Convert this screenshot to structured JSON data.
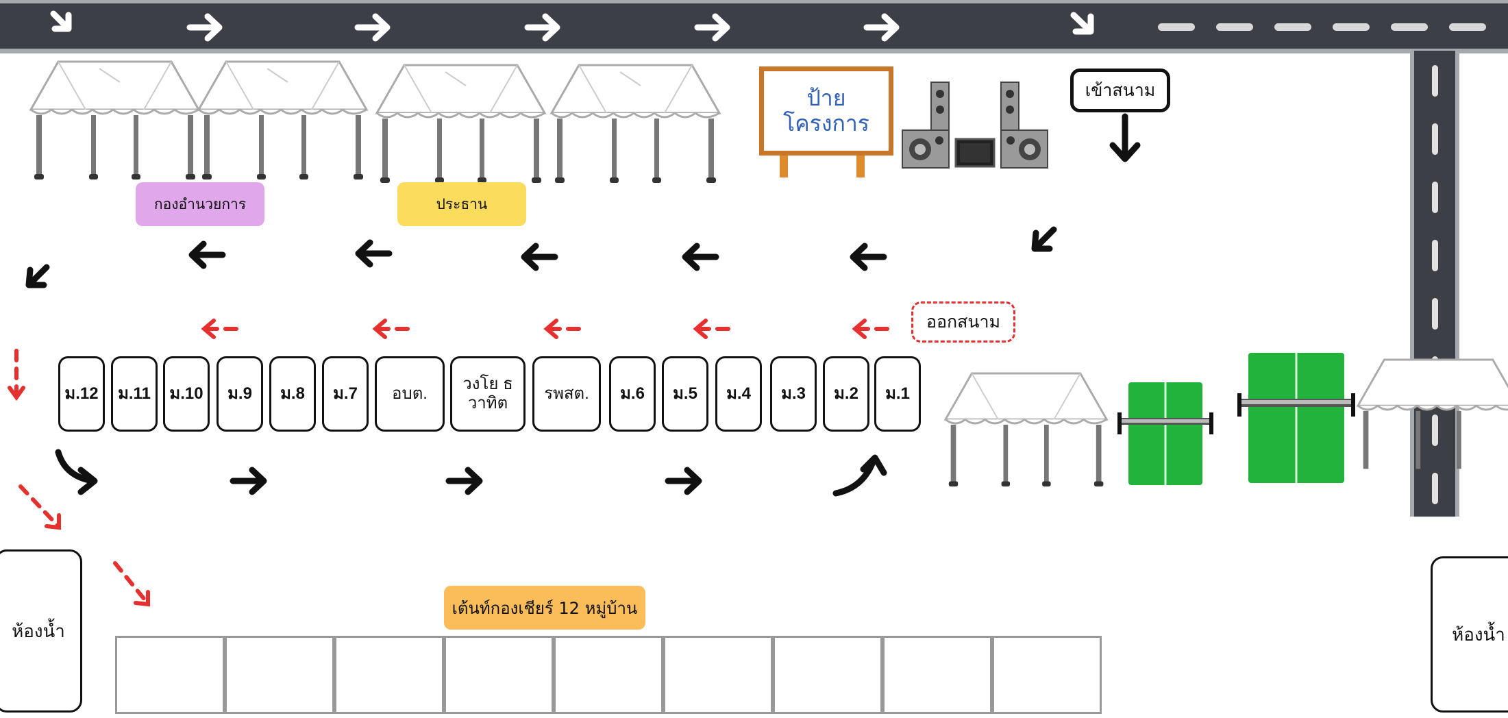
{
  "sign": {
    "line1": "ป้าย",
    "line2": "โครงการ"
  },
  "labels": {
    "committee": "กองอำนวยการ",
    "chairman": "ประธาน",
    "enter": "เข้าสนาม",
    "exit": "ออกสนาม",
    "cheer_tents": "เต้นท์กองเชียร์ 12 หมู่บ้าน"
  },
  "restrooms": {
    "left": "ห้องน้ำ",
    "right": "ห้องน้ำ"
  },
  "teams": [
    "ม.12",
    "ม.11",
    "ม.10",
    "ม.9",
    "ม.8",
    "ม.7",
    "อบต.",
    "วงโย ธวาทิต",
    "รพสต.",
    "ม.6",
    "ม.5",
    "ม.4",
    "ม.3",
    "ม.2",
    "ม.1"
  ],
  "colors": {
    "road": "#3d3f46",
    "committee_bg": "#e0a7ea",
    "chairman_bg": "#fbdc5c",
    "cheer_bg": "#fbbd5a",
    "sign_border": "#c8772a",
    "sign_text": "#2f5fb7",
    "court": "#22b33d",
    "red_arrow": "#e53030"
  },
  "icons": [
    "tent-icon",
    "speaker-icon",
    "tv-icon",
    "table-tennis-table-icon",
    "arrow-right-icon",
    "arrow-left-icon",
    "arrow-down-icon"
  ]
}
